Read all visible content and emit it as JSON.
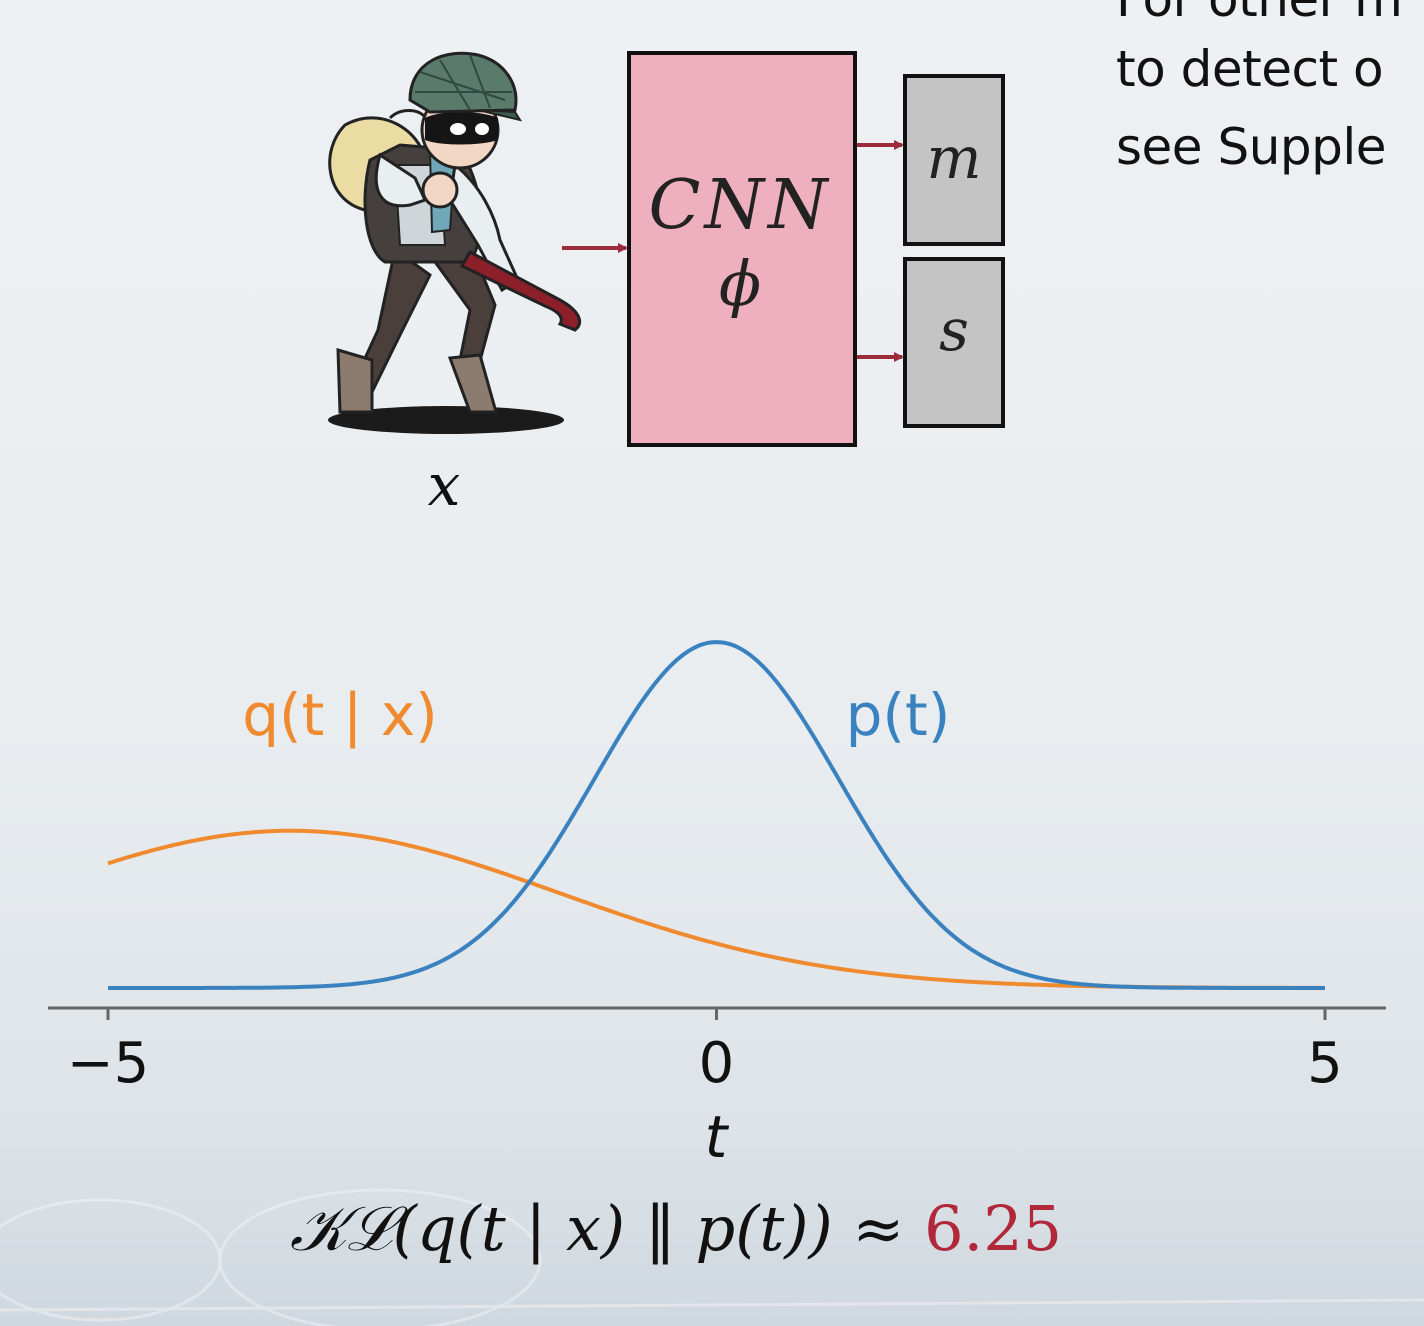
{
  "side_text": {
    "line1": "For other m",
    "line2": "to detect o",
    "line3": "see Supple"
  },
  "diagram": {
    "input_label": "x",
    "cnn_label": "CNN",
    "cnn_param": "ϕ",
    "output_mean": "m",
    "output_std": "s",
    "colors": {
      "cnn_box": "#eeb0bf",
      "output_box": "#c4c4c4",
      "arrow": "#9c2b3c"
    }
  },
  "chart_data": {
    "type": "line",
    "xlabel": "t",
    "xlim": [
      -5,
      5
    ],
    "xticks": [
      -5,
      0,
      5
    ],
    "xtick_labels": [
      "−5",
      "0",
      "5"
    ],
    "series": [
      {
        "name": "p(t)",
        "color": "#3a82bf",
        "distribution": "normal",
        "mean": 0,
        "std": 1,
        "peak_density": 0.399
      },
      {
        "name": "q(t | x)",
        "color": "#ef8a2e",
        "distribution": "normal",
        "mean": -3.5,
        "std": 2.2,
        "peak_density": 0.181
      }
    ]
  },
  "kl": {
    "expression": "𝒦ℒ(q(t | x) ‖ p(t)) ≈",
    "value": "6.25",
    "value_color": "#b0283a"
  }
}
